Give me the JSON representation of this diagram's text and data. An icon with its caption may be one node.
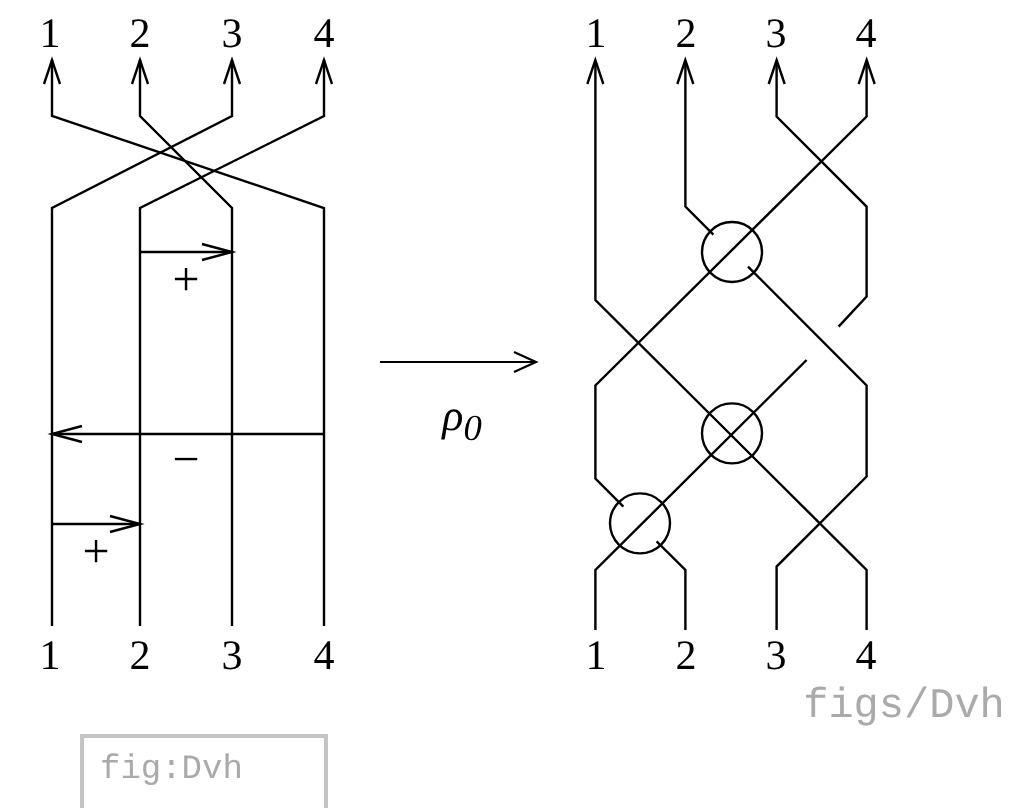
{
  "diagram": {
    "nodes": [
      {
        "text": [],
        "shape": "picture"
      },
      {
        "text": [],
        "shape": "picture"
      },
      {
        "text": [
          "fig:Dvh"
        ]
      }
    ],
    "edges": [
      {
        "from": 0,
        "to": 1,
        "arrow": "to",
        "label": "ρ$_{0}$"
      }
    ],
    "labels": [
      "1",
      "2",
      "3",
      "4",
      "1",
      "2",
      "3",
      "4",
      "+",
      "−",
      "+",
      "1",
      "2",
      "3",
      "4",
      "1",
      "2",
      "3",
      "4",
      "figs/Dvh"
    ]
  }
}
